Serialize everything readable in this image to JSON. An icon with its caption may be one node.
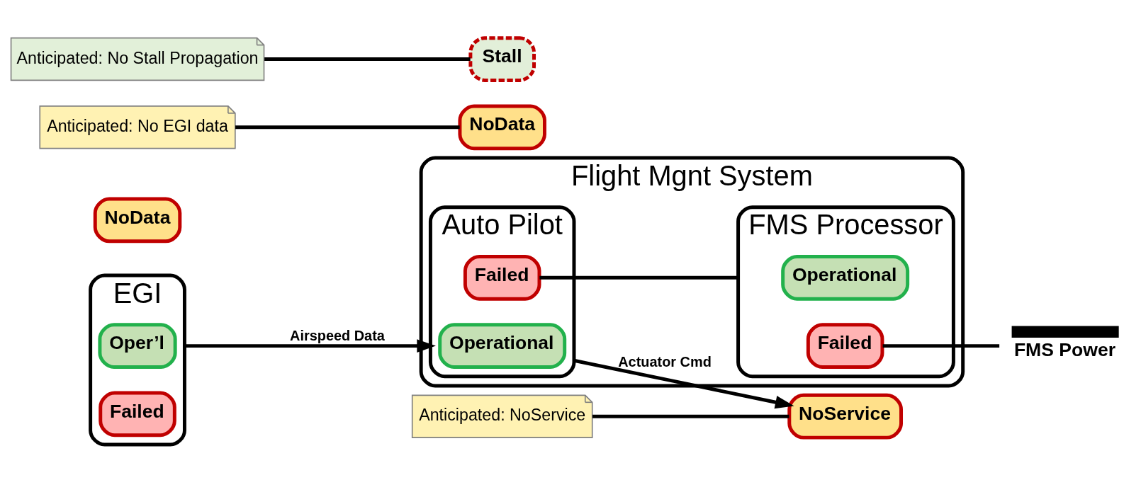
{
  "diagram": {
    "nodes": [
      {
        "text": [
          "EGI"
        ]
      },
      {
        "text": [
          "Oper’l"
        ],
        "in": 0
      },
      {
        "text": [
          "Failed"
        ],
        "in": 0
      },
      {
        "text": [
          "NoData"
        ]
      },
      {
        "text": [
          "NoData"
        ]
      },
      {
        "text": [
          "Anticipated: No EGI data"
        ]
      },
      {
        "text": [
          "Flight Mgnt System"
        ]
      },
      {
        "text": [
          "Auto Pilot"
        ],
        "in": 6
      },
      {
        "text": [
          "Operational"
        ],
        "in": 7
      },
      {
        "text": [
          "Failed"
        ],
        "in": 7
      },
      {
        "text": [
          "FMS Processor"
        ],
        "in": 6
      },
      {
        "text": [
          "Operational"
        ],
        "in": 10
      },
      {
        "text": [
          "Failed"
        ],
        "in": 10
      },
      {
        "text": [
          "NoService"
        ]
      },
      {
        "text": [
          "Stall"
        ]
      },
      {
        "text": [
          "Anticipated: NoService"
        ]
      },
      {
        "text": [
          "Anticipated: No Stall Propagation"
        ]
      },
      {
        "text": [
          "FMS Power"
        ]
      }
    ],
    "edges": [
      {
        "from": 0,
        "to": 7,
        "arrow": "to",
        "label": "Airspeed Data"
      },
      {
        "from": 7,
        "to": 13,
        "arrow": "to",
        "label": "Actuator Cmd"
      },
      {
        "from": 9,
        "to": 10,
        "arrow": "none"
      },
      {
        "from": 12,
        "to": 17,
        "arrow": "none"
      },
      {
        "from": 5,
        "to": 4,
        "arrow": "none"
      },
      {
        "from": 15,
        "to": 13,
        "arrow": "none"
      },
      {
        "from": 16,
        "to": 14,
        "arrow": "none"
      }
    ]
  }
}
